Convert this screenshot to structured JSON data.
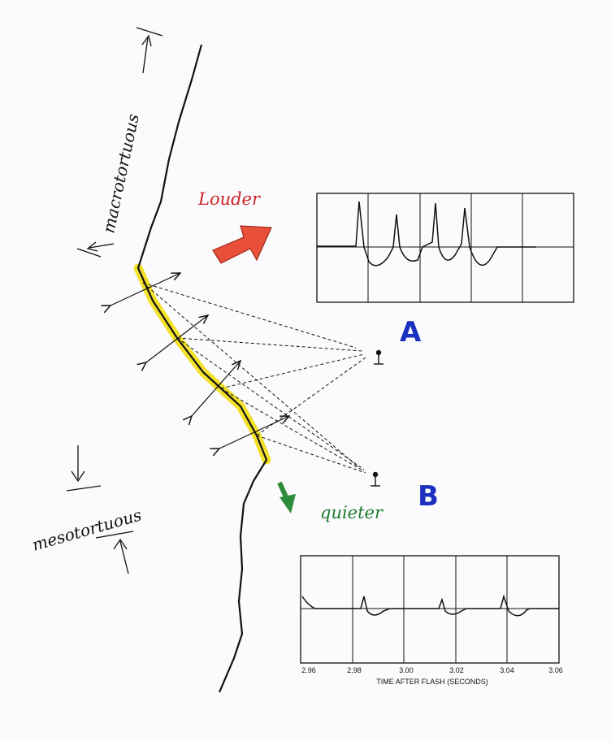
{
  "labels": {
    "macrotortuous": "macrotortuous",
    "mesotortuous": "mesotortuous",
    "louder": "Louder",
    "quieter": "quieter",
    "observer_a": "A",
    "observer_b": "B"
  },
  "colors": {
    "louder": "#cc2222",
    "louder_arrow": "#e8503a",
    "quieter": "#1e7a2e",
    "quieter_arrow": "#2e8b3a",
    "observer_label": "#1a2fc0",
    "highlight": "#f2e02a",
    "ink": "#111111"
  },
  "chart_a": {
    "axis_ticks": []
  },
  "chart_b": {
    "axis_ticks": [
      "2.96",
      "2.98",
      "3.00",
      "3.02",
      "3.04",
      "3.06"
    ],
    "xlabel": "TIME AFTER FLASH (SECONDS)"
  }
}
